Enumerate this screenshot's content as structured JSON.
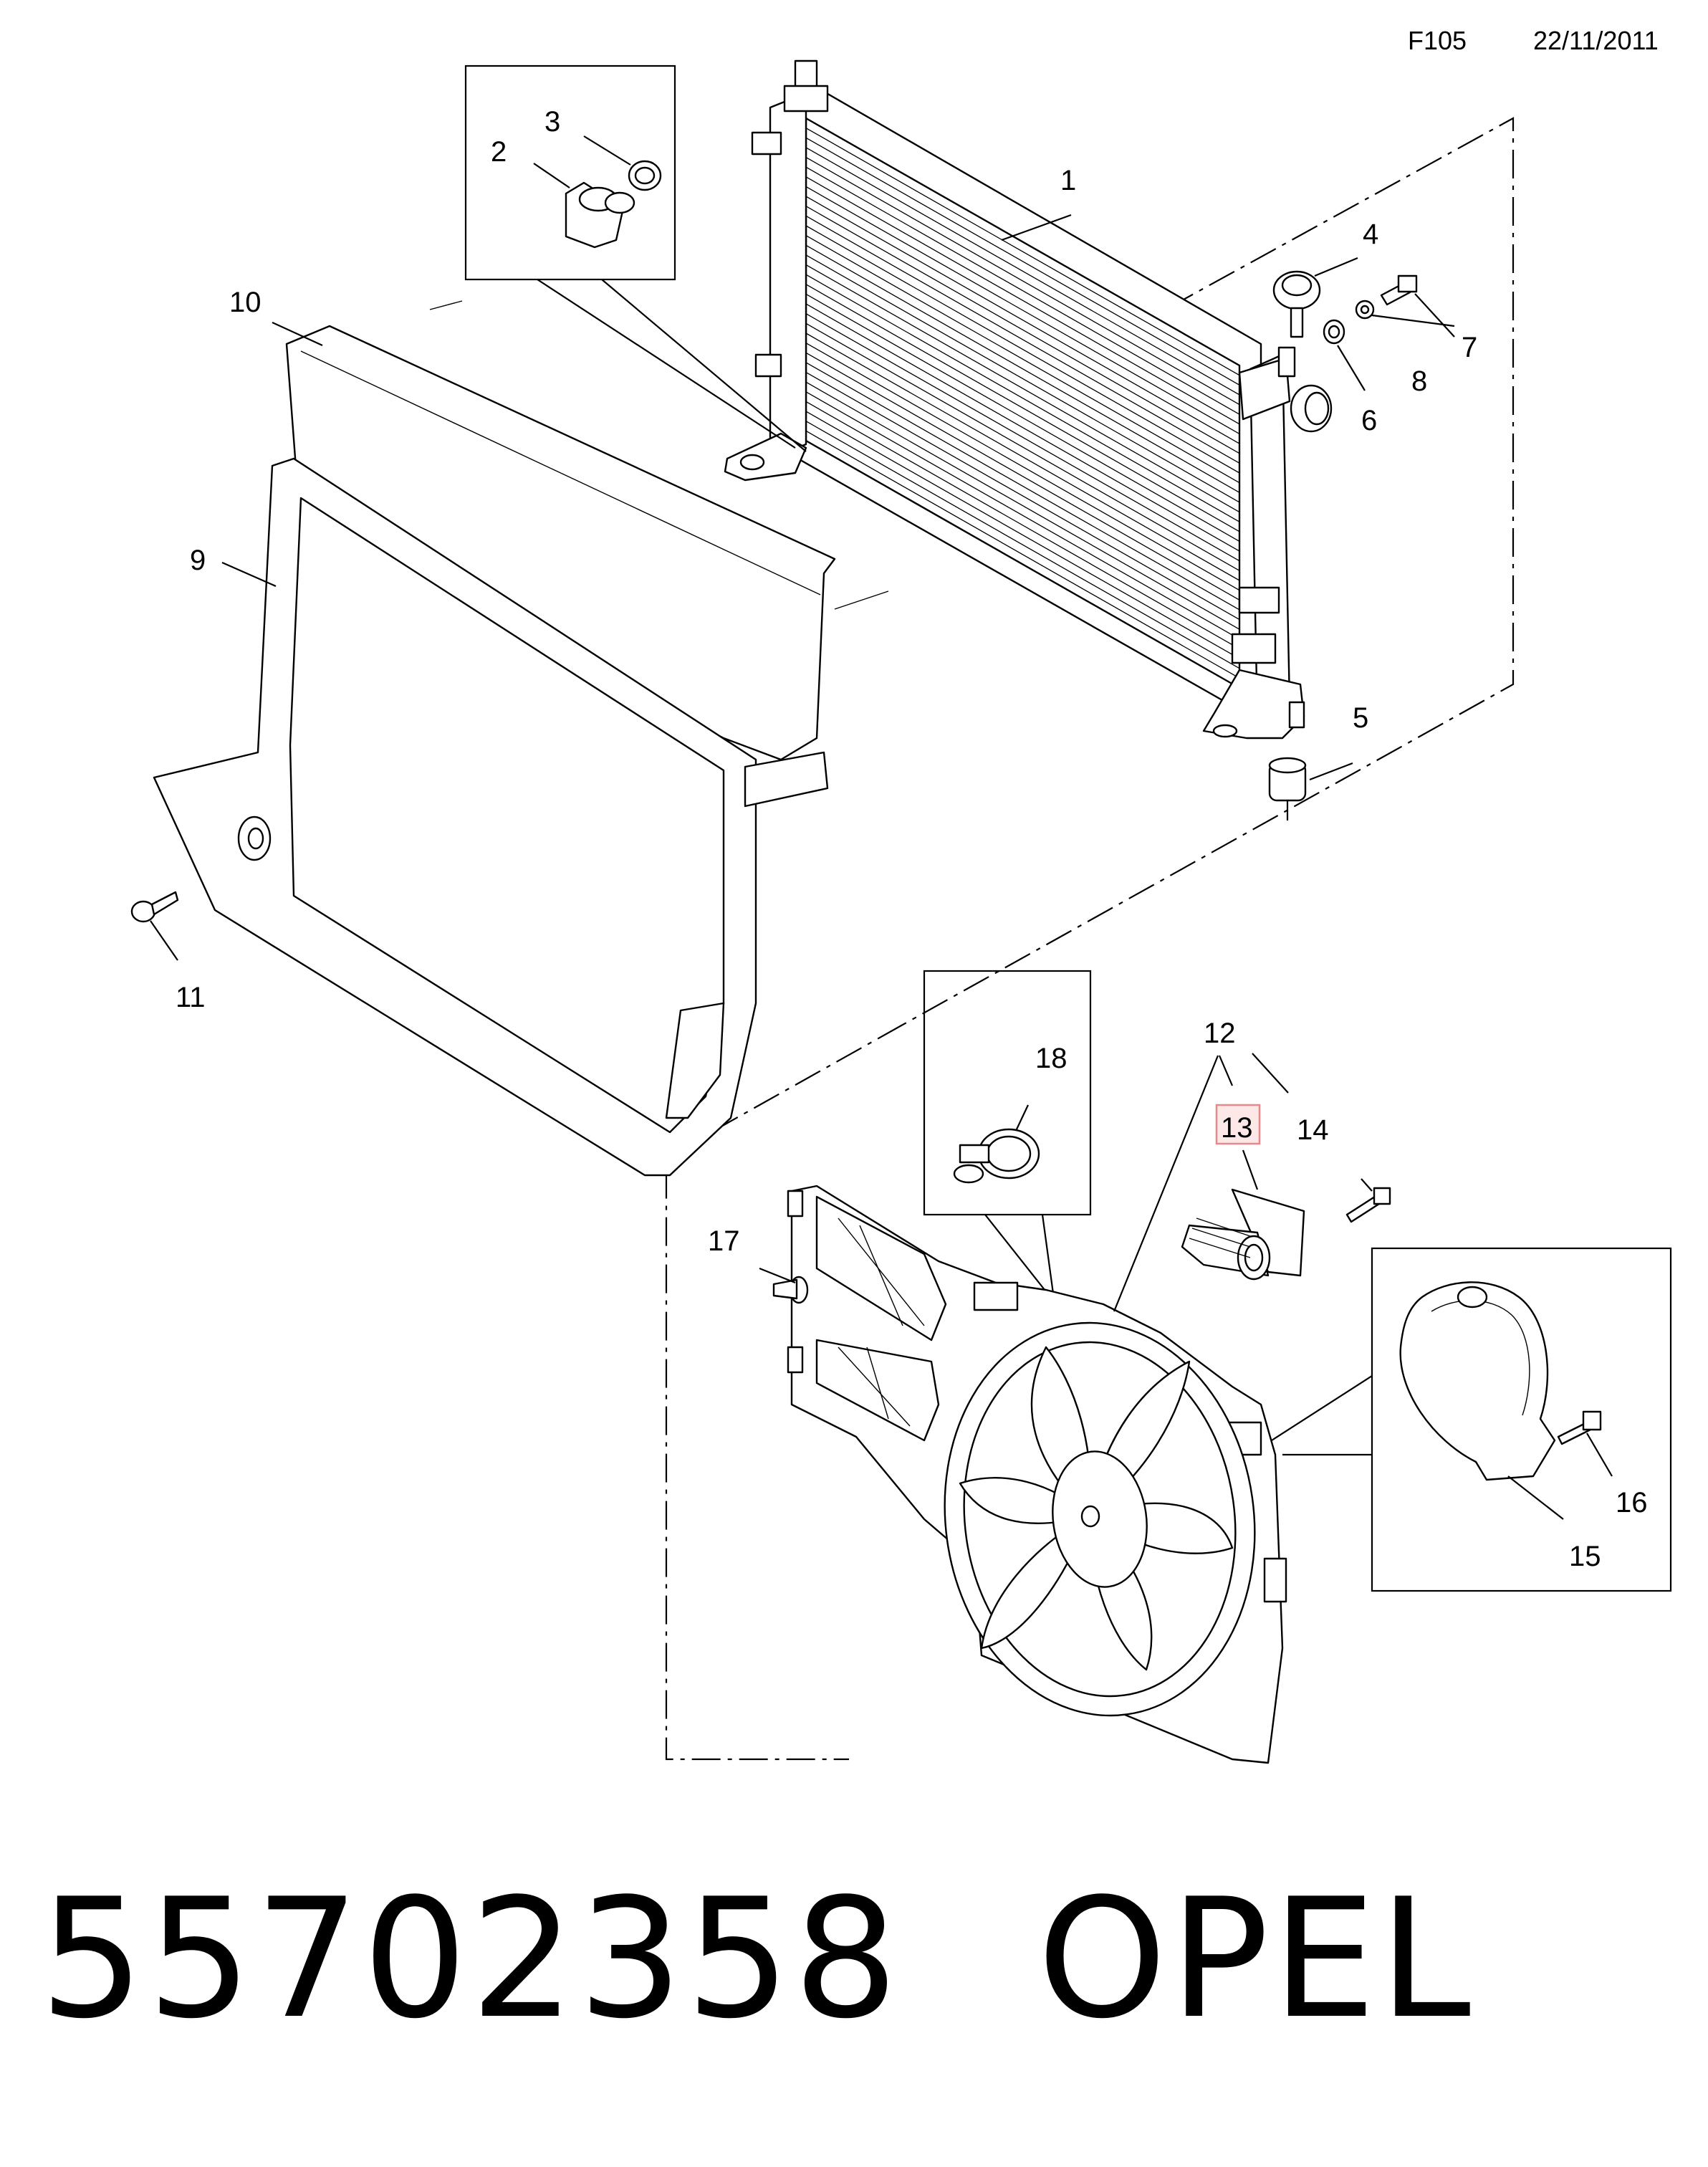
{
  "header": {
    "sheet_code": "F105",
    "date": "22/11/2011"
  },
  "callouts": {
    "c1": "1",
    "c2": "2",
    "c3": "3",
    "c4": "4",
    "c5": "5",
    "c6": "6",
    "c7": "7",
    "c8": "8",
    "c9": "9",
    "c10": "10",
    "c11": "11",
    "c12": "12",
    "c13": "13",
    "c14": "14",
    "c15": "15",
    "c16": "16",
    "c17": "17",
    "c18": "18"
  },
  "highlight_color": "#e8888a",
  "footer": {
    "part_number": "55702358",
    "brand": "OPEL"
  }
}
